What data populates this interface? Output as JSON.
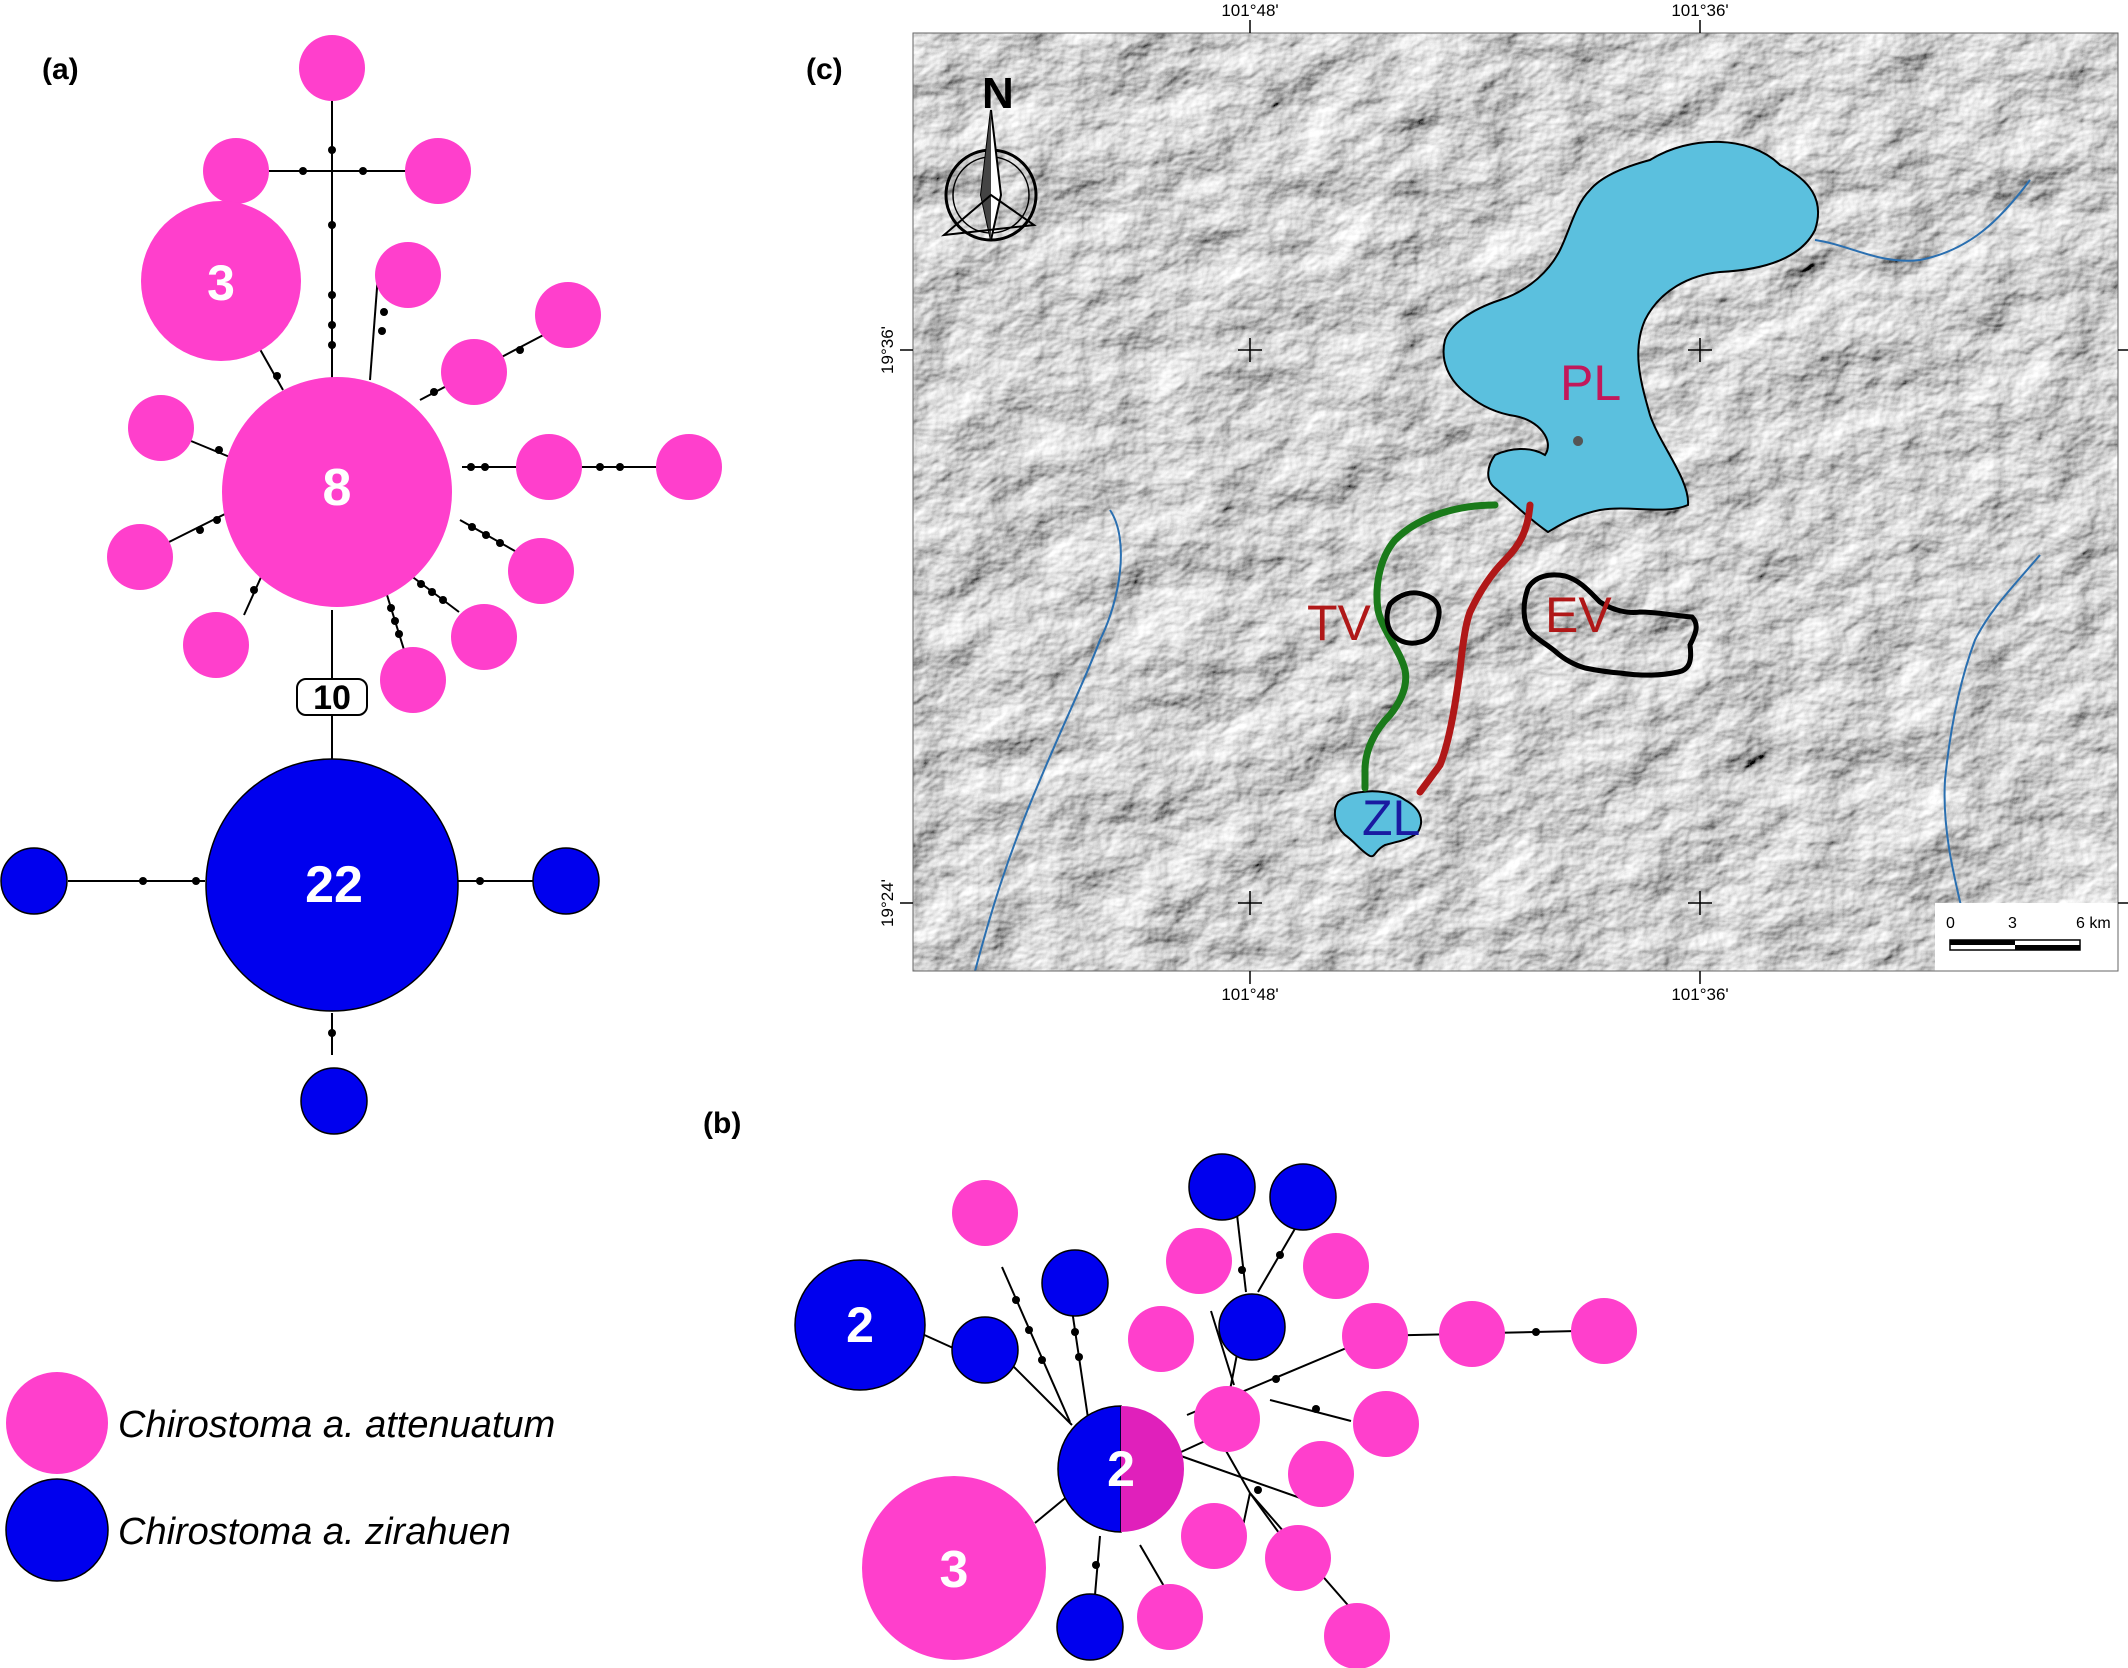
{
  "panels": {
    "a": "(a)",
    "b": "(b)",
    "c": "(c)"
  },
  "colors": {
    "attenuatum": "#ff3fcc",
    "attenuatum_dark": "#e020bb",
    "zirahuen": "#0000ee",
    "water": "#5bc0de",
    "green_route": "#1a7a1a",
    "red_route": "#b01818"
  },
  "network_a": {
    "counts": {
      "large_pink_3": "3",
      "center_pink_8": "8",
      "center_blue_22": "22"
    },
    "mutation_box": "10"
  },
  "network_b": {
    "counts": {
      "blue_2": "2",
      "mixed_2": "2",
      "pink_3": "3"
    }
  },
  "legend": [
    {
      "label": "Chirostoma a. attenuatum",
      "color": "#ff3fcc"
    },
    {
      "label": "Chirostoma a. zirahuen",
      "color": "#0000ee"
    }
  ],
  "map": {
    "north_label": "N",
    "coords": {
      "top_left": "101°48ʹ",
      "top_right": "101°36ʹ",
      "bottom_left": "101°48ʹ",
      "bottom_right": "101°36ʹ",
      "left_upper": "19°36ʹ",
      "left_lower": "19°24ʹ"
    },
    "sites": {
      "PL": "PL",
      "TV": "TV",
      "EV": "EV",
      "ZL": "ZL"
    },
    "scale": {
      "zero": "0",
      "mid": "3",
      "end": "6 km"
    }
  }
}
